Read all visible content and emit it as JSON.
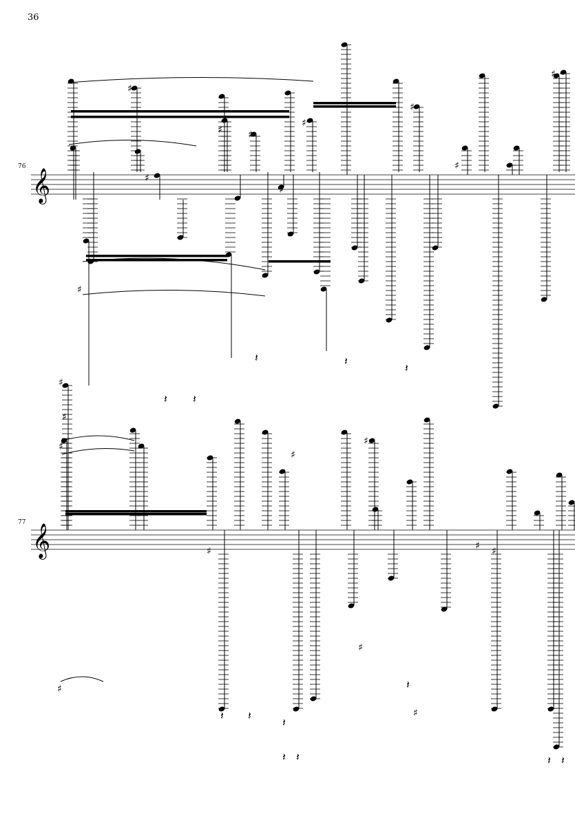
{
  "page": {
    "number": "36"
  },
  "systems": [
    {
      "measure_number": "76",
      "clef": "treble"
    },
    {
      "measure_number": "77",
      "clef": "treble"
    }
  ],
  "colors": {
    "ink": "#000000",
    "paper": "#ffffff"
  }
}
